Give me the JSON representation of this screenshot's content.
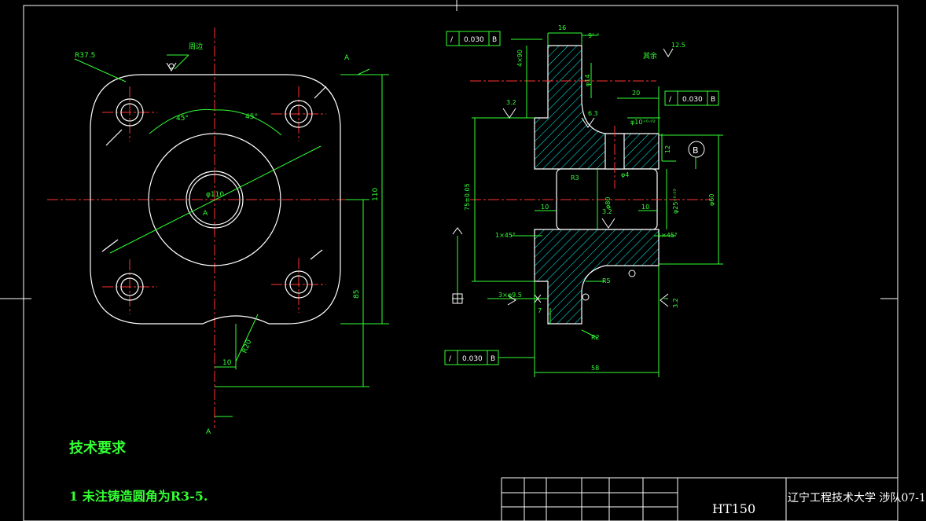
{
  "front_view": {
    "radius_label": "R37.5",
    "casting_note": "周边",
    "section_mark": "A",
    "angle_left": "45°",
    "angle_right": "45°",
    "center_hole": "φ110",
    "height_total": "110",
    "height_lower": "85",
    "slot_width": "10",
    "slot_radius": "R20",
    "section_mark_bottom": "A"
  },
  "section_view": {
    "gdt_top": {
      "symbol": "/",
      "tolerance": "0.030",
      "datum": "B"
    },
    "gdt_right": {
      "symbol": "/",
      "tolerance": "0.030",
      "datum": "B"
    },
    "gdt_bottom": {
      "symbol": "/",
      "tolerance": "0.030",
      "datum": "B"
    },
    "dim_top_width": "16",
    "dim_top_fit": "9⁰·⁸",
    "dim_top_height": "4×90",
    "roughness_rest": "其余",
    "roughness_rest_value": "12.5",
    "roughness_a": "3.2",
    "roughness_b": "6.3",
    "dim_phi14": "φ14",
    "dim_20": "20",
    "dim_phi10": "φ10⁺⁰·⁰²",
    "dim_12": "12",
    "datum_b": "B",
    "dim_r3": "R3",
    "dim_phi4": "φ4",
    "dim_phi80": "φ80",
    "dim_phi25": "φ25⁺⁰·⁰³",
    "dim_phi60": "φ60",
    "dim_10_left": "10",
    "dim_10_right": "10",
    "roughness_c": "3.2",
    "dim_75": "75±0.05",
    "chamfer_left": "1×45°",
    "chamfer_right": "1×45°",
    "dim_r5": "R5",
    "dim_thread": "3×φ9.5",
    "dim_7": "7",
    "dim_r2": "R2",
    "roughness_d": "3.2",
    "dim_58": "58"
  },
  "tech_requirements": {
    "title": "技术要求",
    "note": "1 未注铸造圆角为R3-5."
  },
  "title_block": {
    "material": "HT150",
    "school": "辽宁工程技术大学 涉队07-1"
  },
  "colors": {
    "background": "#000000",
    "outline": "#ffffff",
    "dimension": "#33ff33",
    "centerline": "#ff3333",
    "hatch": "#00ffff"
  }
}
